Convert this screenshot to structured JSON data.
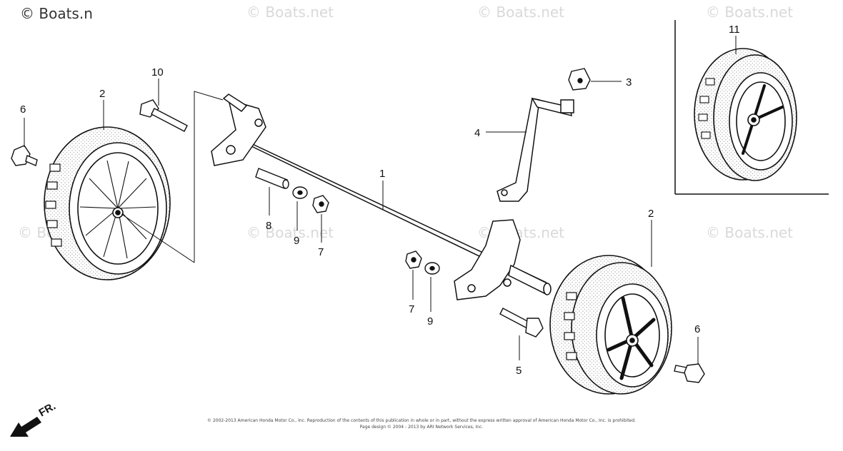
{
  "watermark": {
    "text": "© Boats.net",
    "corner_text": "© Boats.n"
  },
  "callouts": {
    "axle": "1",
    "wheel_left": "2",
    "wheel_right": "2",
    "nut_top": "3",
    "lever": "4",
    "bolt_5": "5",
    "bolt_left": "6",
    "bolt_right": "6",
    "nut_7a": "7",
    "nut_7b": "7",
    "pin": "8",
    "washer_a": "9",
    "washer_b": "9",
    "bolt_10": "10",
    "wheel_inset": "11"
  },
  "front_arrow": {
    "label": "FR."
  },
  "copyright": {
    "line1": "© 2002-2013 American Honda Motor Co., Inc. Reproduction of the contents of this publication in whole or in part, without the express written approval of American Honda Motor Co., Inc. is prohibited.",
    "line2": "Page design © 2004 - 2013 by ARI Network Services, Inc."
  }
}
